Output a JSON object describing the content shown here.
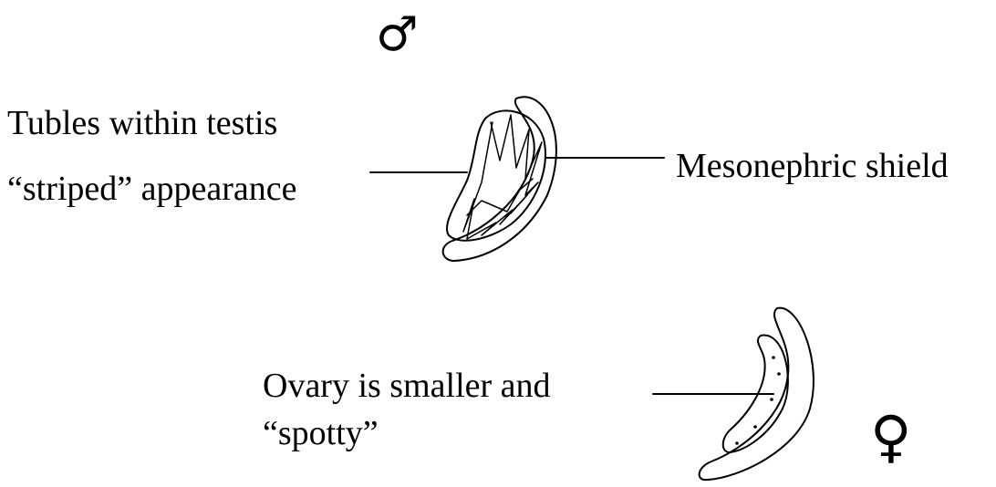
{
  "symbols": {
    "male": "♂",
    "female": "♀"
  },
  "labels": {
    "testis_line1": "Tubles within testis",
    "testis_line2": "“striped” appearance",
    "mesonephric": "Mesonephric shield",
    "ovary_line1": "Ovary is smaller and",
    "ovary_line2": "“spotty”"
  }
}
